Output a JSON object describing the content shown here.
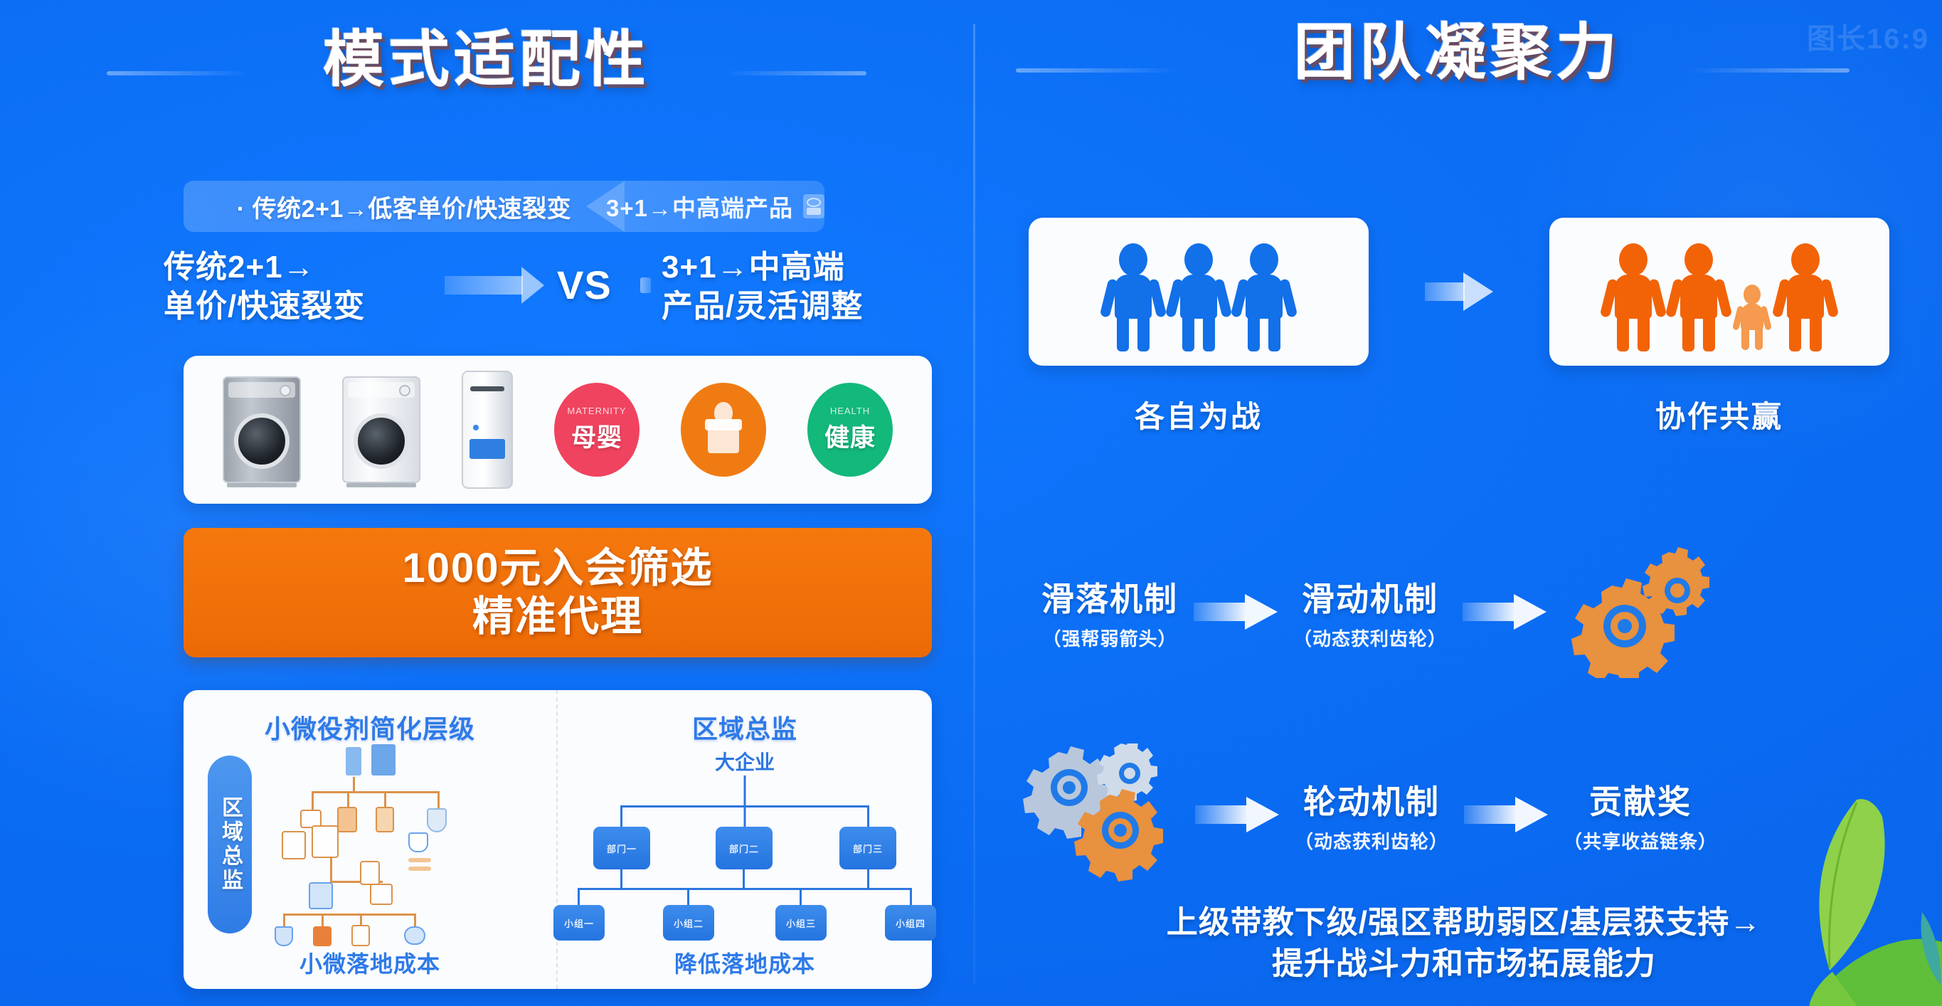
{
  "watermark": "图长16:9",
  "left": {
    "title": "模式适配性",
    "chip": {
      "left_text": "· 传统2+1→低客单价/快速裂变",
      "right_text": "3+1→中高端产品",
      "badge_icon": "product-badge-icon"
    },
    "vs": {
      "left_line1": "传统2+1→",
      "left_line2": "单价/快速裂变",
      "center": "VS",
      "right_line1": "3+1→中高端",
      "right_line2": "产品/灵活调整"
    },
    "products": {
      "appliances": [
        {
          "name": "washing-machine-gray",
          "type": "washer",
          "tone": "gray"
        },
        {
          "name": "washing-machine-white",
          "type": "washer",
          "tone": "white"
        },
        {
          "name": "air-conditioner-tower",
          "type": "tower",
          "tone": "white"
        }
      ],
      "badges": [
        {
          "label": "母婴",
          "sub": "MATERNITY",
          "color": "#f0435f",
          "icon": "text-badge"
        },
        {
          "label": "",
          "sub": "",
          "color": "#f07b12",
          "icon": "person-badge"
        },
        {
          "label": "健康",
          "sub": "HEALTH",
          "color": "#13b87b",
          "icon": "text-badge"
        }
      ]
    },
    "banner": {
      "line1": "1000元入会筛选",
      "line2": "精准代理",
      "color": "#f0730a"
    },
    "org": {
      "left_heading": "小微役剂简化层级",
      "left_footer": "小微落地成本",
      "vertical_tab": "区域总监",
      "right_heading": "区域总监",
      "right_footer": "降低落地成本",
      "tree": {
        "root": "大企业",
        "level2": [
          "部门一",
          "部门二",
          "部门三"
        ],
        "level3": [
          "小组一",
          "小组二",
          "小组三",
          "小组四"
        ]
      }
    }
  },
  "right": {
    "title": "团队凝聚力",
    "compare": {
      "left_label": "各自为战",
      "right_label": "协作共赢",
      "left_color": "#1270e8",
      "right_color": "#f26307",
      "arrow_icon": "right-arrow-icon"
    },
    "mechanisms": [
      {
        "items": [
          {
            "title": "滑落机制",
            "sub": "（强帮弱箭头）"
          },
          {
            "title": "滑动机制",
            "sub": "（动态获利齿轮）"
          }
        ],
        "end_icon": "gears-orange-icon"
      },
      {
        "start_icon": "gears-gray-orange-icon",
        "items": [
          {
            "title": "轮动机制",
            "sub": "（动态获利齿轮）"
          },
          {
            "title": "贡献奖",
            "sub": "（共享收益链条）"
          }
        ]
      }
    ],
    "footer": {
      "line1": "上级带教下级/强区帮助弱区/基层获支持→",
      "line2": "提升战斗力和市场拓展能力"
    },
    "leaf_icon": "green-leaf-icon"
  }
}
